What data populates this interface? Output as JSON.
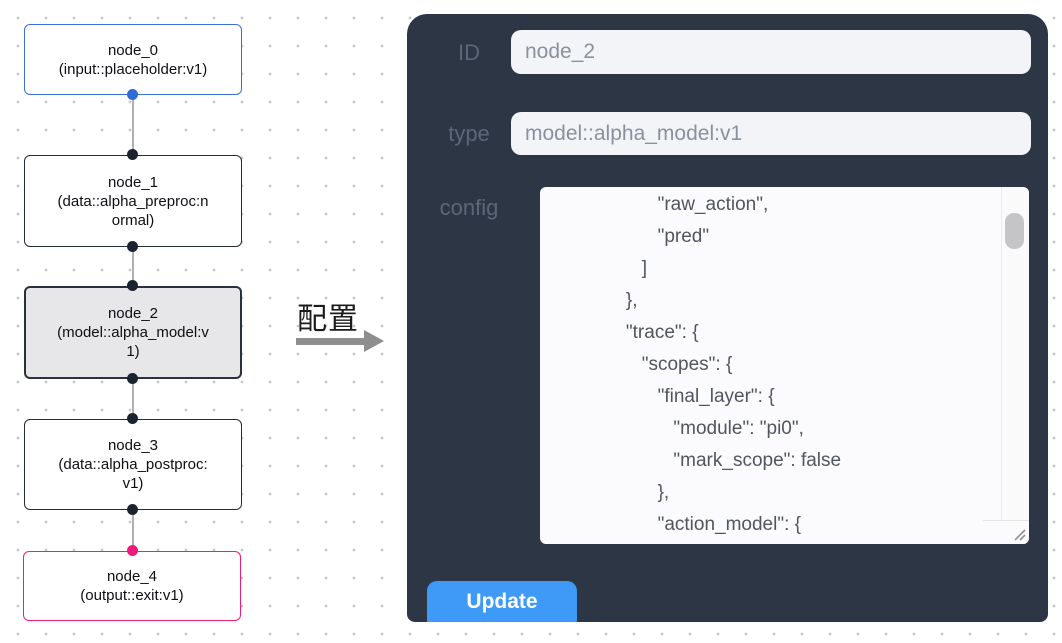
{
  "flow": {
    "nodes": [
      {
        "id": "node_0",
        "title": "node_0",
        "subtitle": "(input::placeholder:v1)",
        "accent": "#3a6fd8",
        "selected": false
      },
      {
        "id": "node_1",
        "title": "node_1",
        "subtitle": "(data::alpha_preproc:normal)",
        "accent": "#262b38",
        "selected": false
      },
      {
        "id": "node_2",
        "title": "node_2",
        "subtitle": "(model::alpha_model:v1)",
        "accent": "#2a3040",
        "selected": true
      },
      {
        "id": "node_3",
        "title": "node_3",
        "subtitle": "(data::alpha_postproc:v1)",
        "accent": "#262b38",
        "selected": false
      },
      {
        "id": "node_4",
        "title": "node_4",
        "subtitle": "(output::exit:v1)",
        "accent": "#ee1d7a",
        "selected": false
      }
    ],
    "port_colors": {
      "input_node": "#2f6cd6",
      "default": "#1c2330",
      "output_node": "#f0197c"
    }
  },
  "transition": {
    "label": "配置",
    "arrow_color": "#8e8e8e"
  },
  "panel": {
    "background": "#2d3645",
    "id_label": "ID",
    "id_value": "node_2",
    "type_label": "type",
    "type_value": "model::alpha_model:v1",
    "config_label": "config",
    "config_value": "                    \"raw_action\",\n                    \"pred\"\n                 ]\n              },\n              \"trace\": {\n                 \"scopes\": {\n                    \"final_layer\": {\n                       \"module\": \"pi0\",\n                       \"mark_scope\": false\n                    },\n                    \"action_model\": {",
    "update_label": "Update",
    "update_color": "#3e9af6"
  }
}
